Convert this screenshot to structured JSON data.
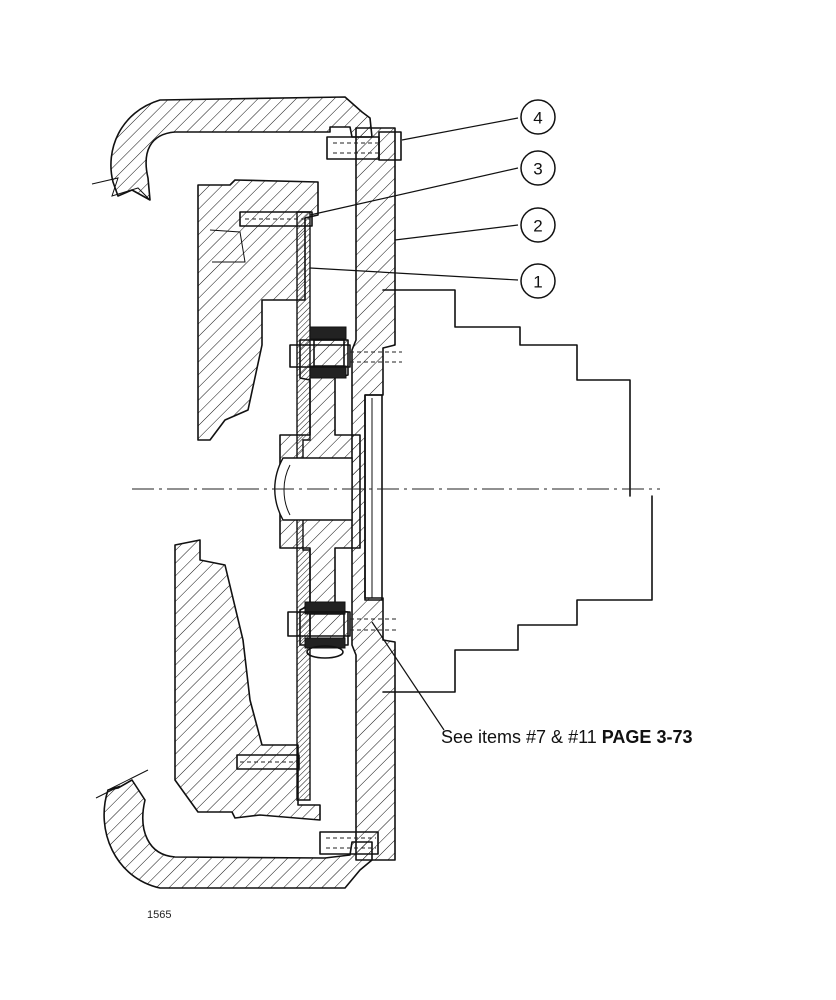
{
  "callouts": [
    {
      "label": "4"
    },
    {
      "label": "3"
    },
    {
      "label": "2"
    },
    {
      "label": "1"
    }
  ],
  "note": {
    "text_regular": "See items #7 & #11 ",
    "text_bold": "PAGE 3-73"
  },
  "figure_id": "1565"
}
